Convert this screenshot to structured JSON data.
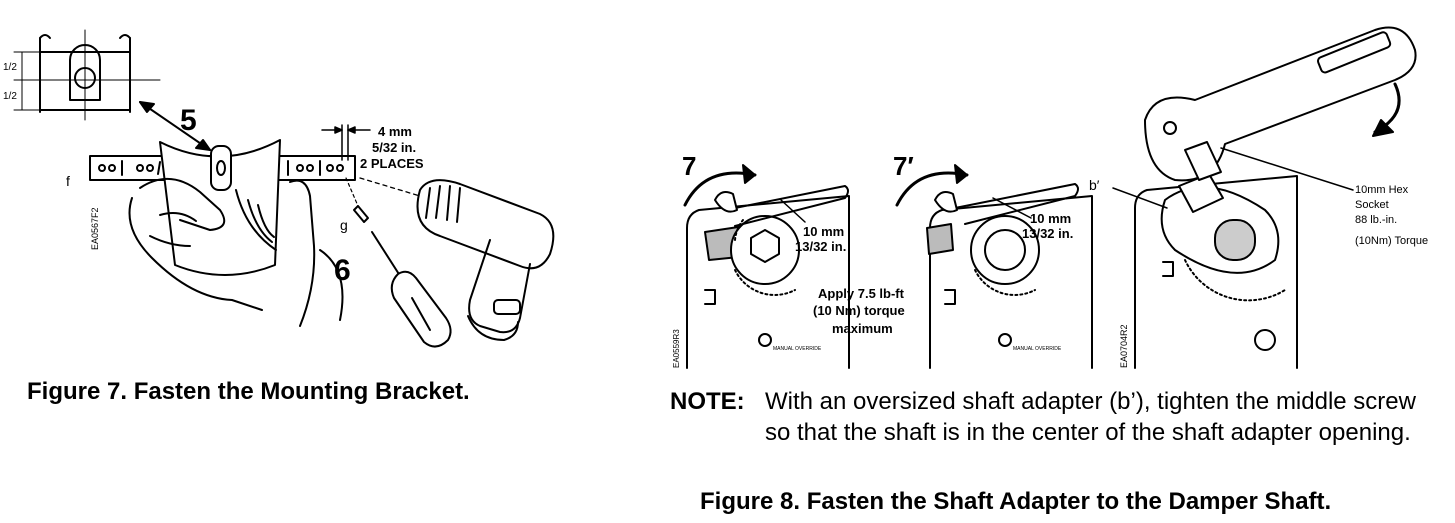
{
  "figure7": {
    "caption": "Figure 7.  Fasten the Mounting Bracket.",
    "labels": {
      "half_top": "1/2",
      "half_bottom": "1/2",
      "step_5": "5",
      "step_6": "6",
      "gap_mm": "4 mm",
      "gap_in": "5/32 in.",
      "places": "2 PLACES",
      "part_f": "f",
      "part_g": "g",
      "code": "EA0567F2"
    }
  },
  "figure8": {
    "caption": "Figure 8.  Fasten the Shaft Adapter to the Damper Shaft.",
    "labels": {
      "step_7": "7",
      "step_7_prime": "7′",
      "wrench_mm_a": "10 mm",
      "wrench_in_a": "13/32 in.",
      "wrench_mm_b": "10 mm",
      "wrench_in_b": "13/32 in.",
      "torque_1": "Apply 7.5 lb-ft",
      "torque_2": "(10 Nm) torque",
      "torque_3": "maximum",
      "part_b_prime": "b′",
      "socket_1": "10mm Hex",
      "socket_2": "Socket",
      "socket_3": "88 lb.-in.",
      "socket_4": "(10Nm) Torque",
      "code_a": "EA0559R3",
      "code_b": "EA0704R2",
      "manual_a": "MANUAL OVERRIDE",
      "manual_b": "MANUAL OVERRIDE"
    }
  },
  "note": {
    "label": "NOTE:",
    "text": "With an oversized shaft adapter (b’), tighten the middle screw so that the shaft is in the center of the shaft adapter opening."
  }
}
